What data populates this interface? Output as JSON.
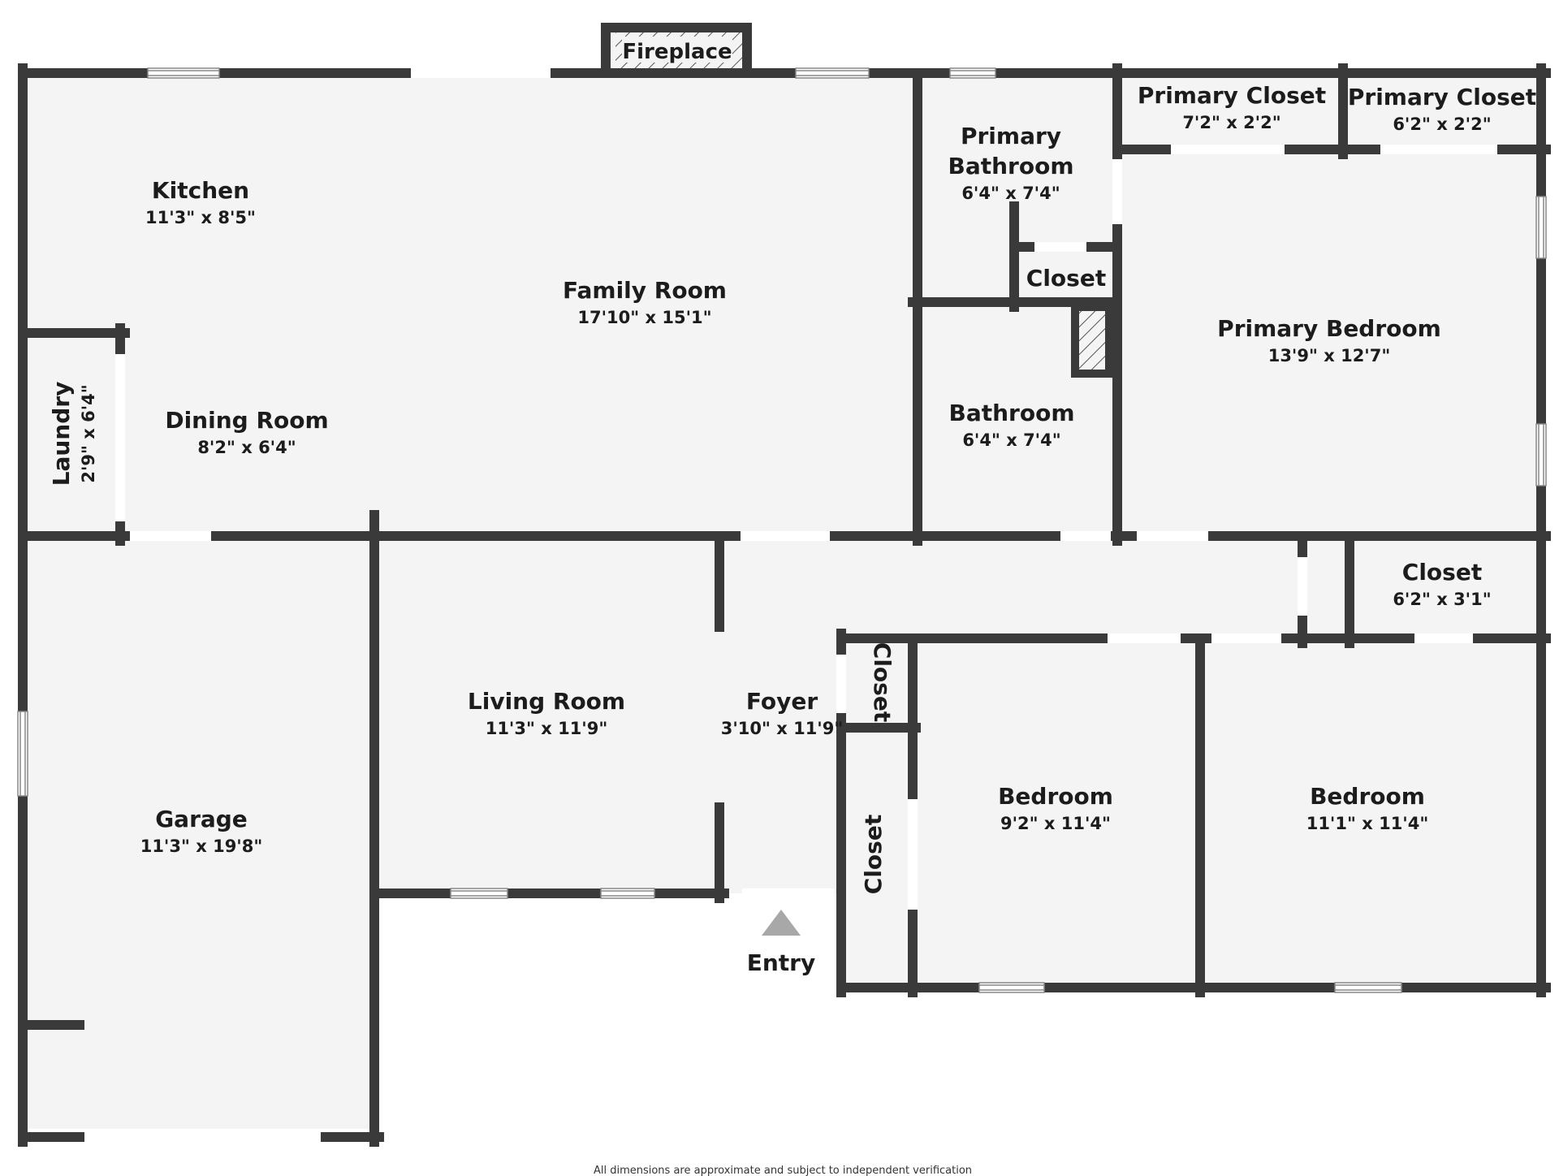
{
  "colors": {
    "wall": "#3a3a3a",
    "floor": "#f4f4f4",
    "opening": "#ffffff",
    "window_line": "#888888",
    "entry_marker": "#a8a8a8"
  },
  "fireplace": {
    "label": "Fireplace"
  },
  "rooms": {
    "kitchen": {
      "name": "Kitchen",
      "dims": "11'3\" x 8'5\""
    },
    "family_room": {
      "name": "Family Room",
      "dims": "17'10\" x 15'1\""
    },
    "dining_room": {
      "name": "Dining Room",
      "dims": "8'2\" x 6'4\""
    },
    "laundry": {
      "name": "Laundry",
      "dims": "2'9\" x 6'4\""
    },
    "primary_bathroom": {
      "name_line1": "Primary",
      "name_line2": "Bathroom",
      "dims": "6'4\" x 7'4\""
    },
    "primary_closet_1": {
      "name": "Primary Closet",
      "dims": "7'2\" x 2'2\""
    },
    "primary_closet_2": {
      "name": "Primary Closet",
      "dims": "6'2\" x 2'2\""
    },
    "closet_bath": {
      "name": "Closet"
    },
    "bathroom": {
      "name": "Bathroom",
      "dims": "6'4\" x 7'4\""
    },
    "primary_bedroom": {
      "name": "Primary Bedroom",
      "dims": "13'9\" x 12'7\""
    },
    "closet_hall": {
      "name": "Closet",
      "dims": "6'2\" x 3'1\""
    },
    "garage": {
      "name": "Garage",
      "dims": "11'3\" x 19'8\""
    },
    "living_room": {
      "name": "Living Room",
      "dims": "11'3\" x 11'9\""
    },
    "foyer": {
      "name": "Foyer",
      "dims": "3'10\" x 11'9\""
    },
    "closet_foyer_small": {
      "name": "Closet"
    },
    "closet_foyer_large": {
      "name": "Closet"
    },
    "bedroom_1": {
      "name": "Bedroom",
      "dims": "9'2\" x 11'4\""
    },
    "bedroom_2": {
      "name": "Bedroom",
      "dims": "11'1\" x 11'4\""
    }
  },
  "entry": {
    "label": "Entry"
  },
  "disclaimer": "All dimensions are approximate and subject to independent verification"
}
